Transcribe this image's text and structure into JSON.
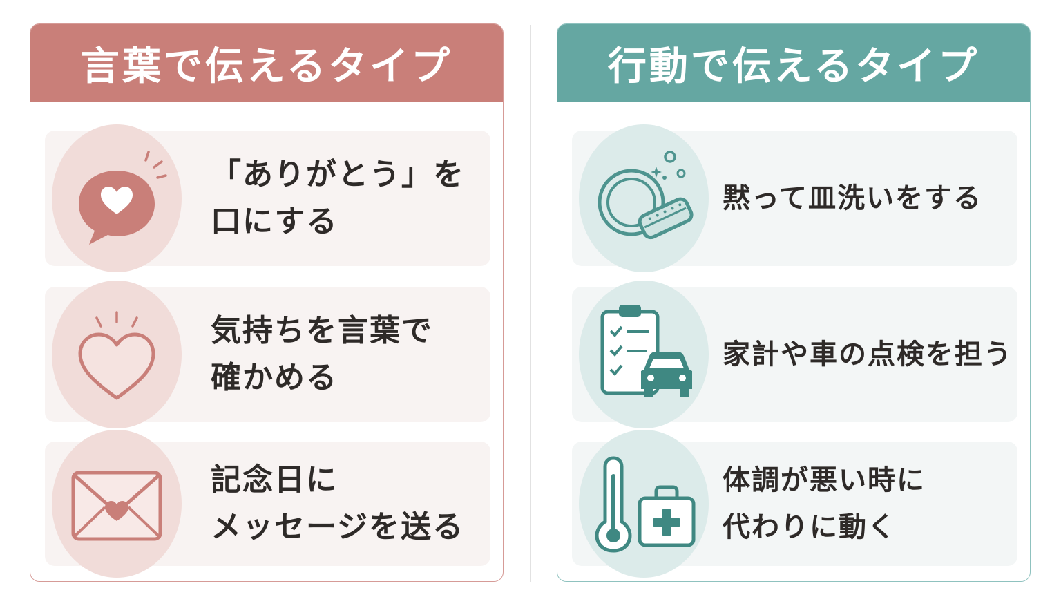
{
  "colors": {
    "word_accent": "#c97f79",
    "action_accent": "#65a7a2",
    "text": "#2e2a28"
  },
  "left": {
    "title": "言葉で伝えるタイプ",
    "items": [
      {
        "icon": "speech-heart-icon",
        "lines": [
          "「ありがとう」を",
          "口にする"
        ]
      },
      {
        "icon": "heart-icon",
        "lines": [
          "気持ちを言葉で",
          "確かめる"
        ]
      },
      {
        "icon": "envelope-heart-icon",
        "lines": [
          "記念日に",
          "メッセージを送る"
        ]
      }
    ]
  },
  "right": {
    "title": "行動で伝えるタイプ",
    "items": [
      {
        "icon": "dish-sponge-icon",
        "lines": [
          "黙って皿洗いをする"
        ]
      },
      {
        "icon": "clipboard-car-icon",
        "lines": [
          "家計や車の点検を担う"
        ]
      },
      {
        "icon": "thermometer-firstaid-icon",
        "lines": [
          "体調が悪い時に",
          "代わりに動く"
        ]
      }
    ]
  }
}
